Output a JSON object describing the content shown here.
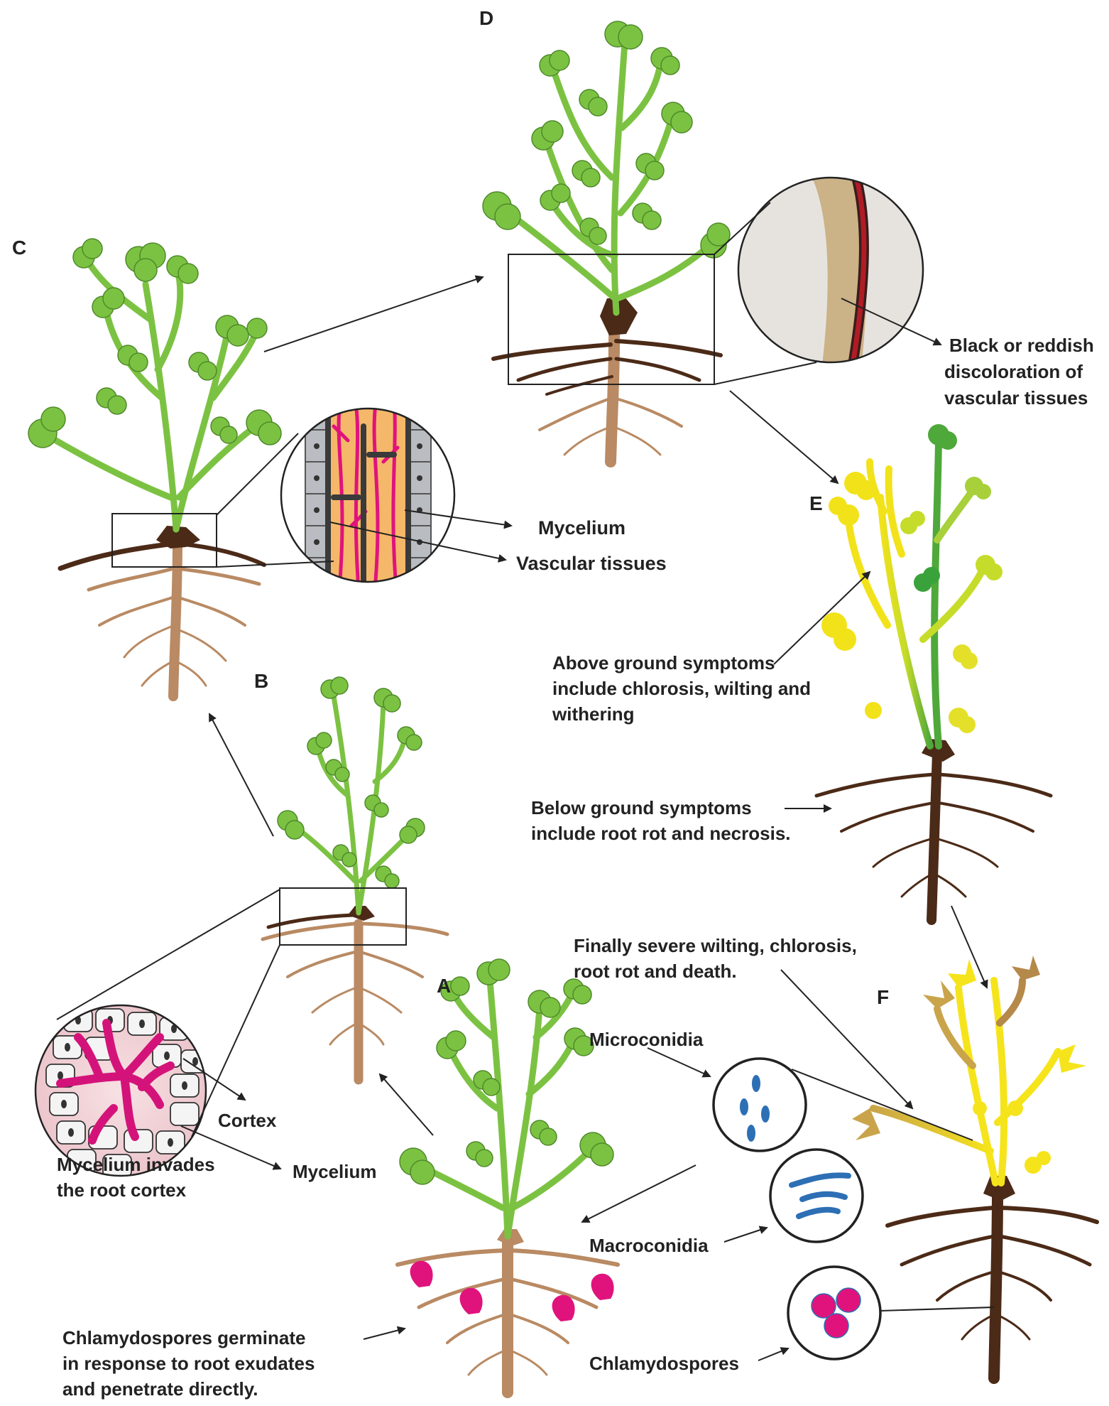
{
  "stages": {
    "a": "A",
    "b": "B",
    "c": "C",
    "d": "D",
    "e": "E",
    "f": "F"
  },
  "labels": {
    "cortex": "Cortex",
    "mycelium_root": "Mycelium",
    "mycelium_invades": [
      "Mycelium invades",
      "the root cortex"
    ],
    "mycelium_vascular": "Mycelium",
    "vascular_tissues": "Vascular tissues",
    "discoloration": [
      "Black or reddish",
      "discoloration of",
      "vascular tissues"
    ],
    "above_ground": [
      "Above ground symptoms",
      "include chlorosis, wilting and",
      "withering"
    ],
    "below_ground": [
      "Below ground symptoms",
      "include root rot and necrosis."
    ],
    "finally": [
      "Finally severe wilting, chlorosis,",
      "root rot and death."
    ],
    "microconidia": "Microconidia",
    "macroconidia": "Macroconidia",
    "chlamydospores": "Chlamydospores",
    "chlamydospores_germinate": [
      "Chlamydospores germinate",
      "in response to root exudates",
      "and penetrate directly."
    ]
  },
  "colors": {
    "healthy_leaf": "#7cc242",
    "leaf_outline": "#4e8a2a",
    "root_light": "#b98a63",
    "root_dark": "#4b2a17",
    "yellow_leaf": "#f2e21a",
    "chlamydospore": "#e0137c",
    "conidia": "#2d6fb5",
    "vascular_bg": "#f5b86a",
    "discolored_vessel": "#b01c25"
  }
}
